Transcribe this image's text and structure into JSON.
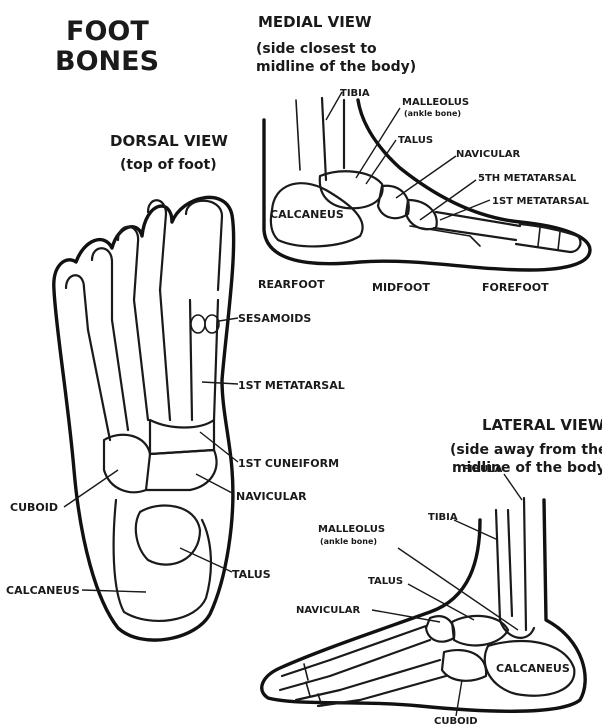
{
  "title": [
    "FOOT",
    "BONES"
  ],
  "dorsal": {
    "heading": "DORSAL VIEW",
    "subheading": "(top of foot)",
    "labels": {
      "sesamoids": "SESAMOIDS",
      "metatarsal_1": "1ST METATARSAL",
      "cuneiform_1": "1ST CUNEIFORM",
      "cuboid": "CUBOID",
      "navicular": "NAVICULAR",
      "talus": "TALUS",
      "calcaneus": "CALCANEUS"
    }
  },
  "medial": {
    "heading": "MEDIAL VIEW",
    "subheading": [
      "(side closest to",
      "midline of the body)"
    ],
    "labels": {
      "tibia": "TIBIA",
      "malleolus": "MALLEOLUS",
      "malleolus_sub": "(ankle bone)",
      "talus": "TALUS",
      "navicular": "NAVICULAR",
      "metatarsal_5": "5TH METATARSAL",
      "metatarsal_1": "1ST METATARSAL",
      "calcaneus": "CALCANEUS"
    },
    "regions": [
      "REARFOOT",
      "MIDFOOT",
      "FOREFOOT"
    ]
  },
  "lateral": {
    "heading": "LATERAL VIEW",
    "subheading": [
      "(side away from the",
      "midline of the body)"
    ],
    "labels": {
      "fibula": "FIBULA",
      "tibia": "TIBIA",
      "malleolus": "MALLEOLUS",
      "malleolus_sub": "(ankle bone)",
      "talus": "TALUS",
      "navicular": "NAVICULAR",
      "calcaneus": "CALCANEUS",
      "cuboid": "CUBOID"
    }
  }
}
